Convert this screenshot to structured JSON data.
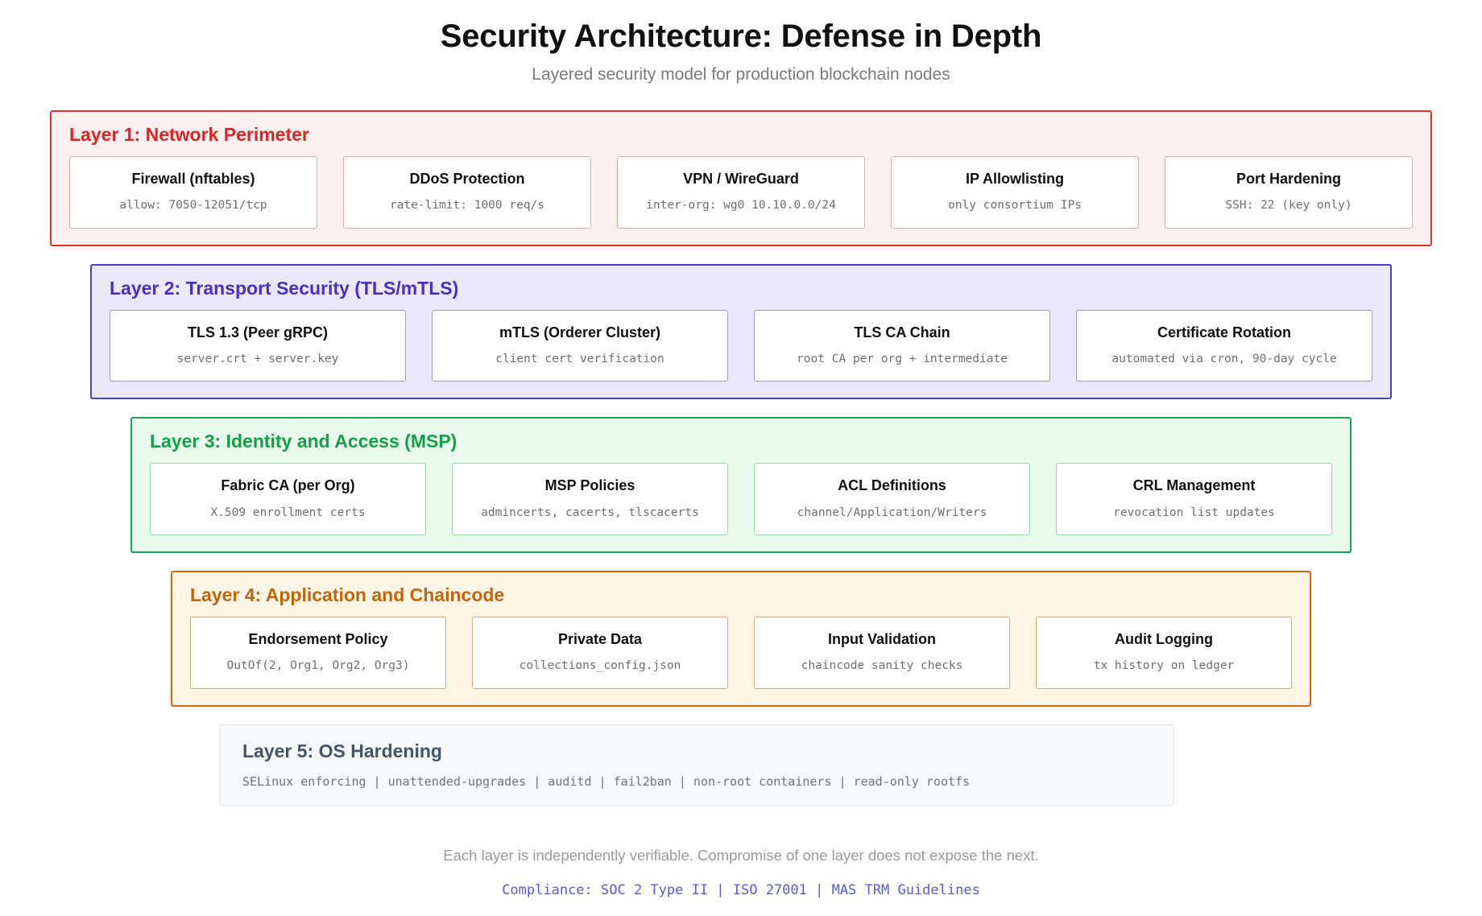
{
  "header": {
    "title": "Security Architecture: Defense in Depth",
    "subtitle": "Layered security model for production blockchain nodes"
  },
  "layers": [
    {
      "id": "layer-1",
      "title": "Layer 1: Network Perimeter",
      "accent": "#e03030",
      "title_color": "#e02424",
      "background": "#fdf0f0",
      "card_border": "#eda9a9",
      "indent": 0,
      "cards": [
        {
          "title": "Firewall (nftables)",
          "detail": "allow: 7050-12051/tcp"
        },
        {
          "title": "DDoS Protection",
          "detail": "rate-limit: 1000 req/s"
        },
        {
          "title": "VPN / WireGuard",
          "detail": "inter-org: wg0 10.10.0.0/24"
        },
        {
          "title": "IP Allowlisting",
          "detail": "only consortium IPs"
        },
        {
          "title": "Port Hardening",
          "detail": "SSH: 22 (key only)"
        }
      ]
    },
    {
      "id": "layer-2",
      "title": "Layer 2: Transport Security (TLS/mTLS)",
      "accent": "#4b3fc4",
      "title_color": "#4730c8",
      "background": "#ebe8fb",
      "card_border": "#9f96e0",
      "indent": 1,
      "cards": [
        {
          "title": "TLS 1.3 (Peer gRPC)",
          "detail": "server.crt + server.key"
        },
        {
          "title": "mTLS (Orderer Cluster)",
          "detail": "client cert verification"
        },
        {
          "title": "TLS CA Chain",
          "detail": "root CA per org + intermediate"
        },
        {
          "title": "Certificate Rotation",
          "detail": "automated via cron, 90-day cycle"
        }
      ]
    },
    {
      "id": "layer-3",
      "title": "Layer 3: Identity and Access (MSP)",
      "accent": "#17a44c",
      "title_color": "#13a047",
      "background": "#eafaef",
      "card_border": "#94dcae",
      "indent": 2,
      "cards": [
        {
          "title": "Fabric CA (per Org)",
          "detail": "X.509 enrollment certs"
        },
        {
          "title": "MSP Policies",
          "detail": "admincerts, cacerts, tlscacerts"
        },
        {
          "title": "ACL Definitions",
          "detail": "channel/Application/Writers"
        },
        {
          "title": "CRL Management",
          "detail": "revocation list updates"
        }
      ]
    },
    {
      "id": "layer-4",
      "title": "Layer 4: Application and Chaincode",
      "accent": "#cc6a16",
      "title_color": "#c2650f",
      "background": "#fdf5e6",
      "card_border": "#e0ab73",
      "indent": 3,
      "cards": [
        {
          "title": "Endorsement Policy",
          "detail": "OutOf(2, Org1, Org2, Org3)"
        },
        {
          "title": "Private Data",
          "detail": "collections_config.json"
        },
        {
          "title": "Input Validation",
          "detail": "chaincode sanity checks"
        },
        {
          "title": "Audit Logging",
          "detail": "tx history on ledger"
        }
      ]
    }
  ],
  "layer5": {
    "id": "layer-5",
    "title": "Layer 5: OS Hardening",
    "detail": "SELinux enforcing | unattended-upgrades | auditd | fail2ban | non-root containers | read-only rootfs"
  },
  "footer": {
    "note": "Each layer is independently verifiable. Compromise of one layer does not expose the next.",
    "compliance": "Compliance: SOC 2 Type II | ISO 27001 | MAS TRM Guidelines"
  }
}
